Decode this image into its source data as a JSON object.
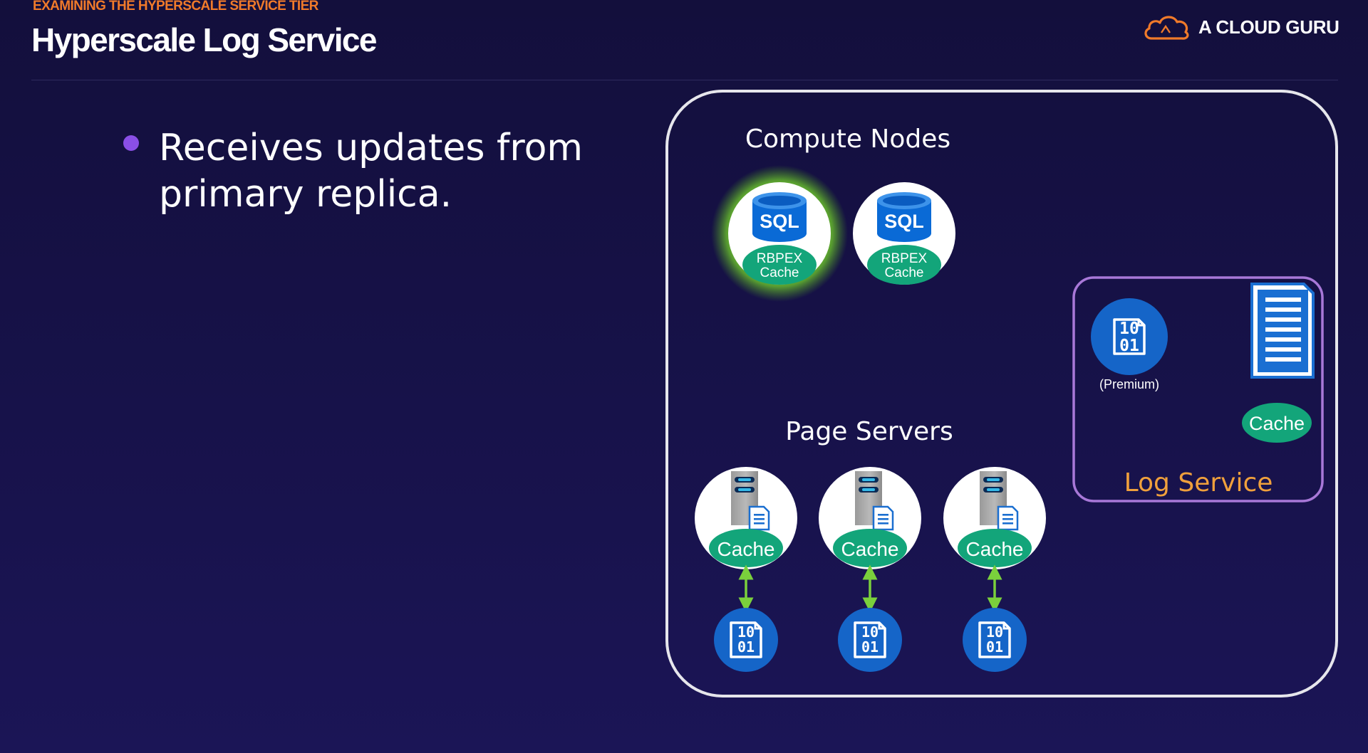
{
  "header": {
    "eyebrow": "EXAMINING THE HYPERSCALE SERVICE TIER",
    "title": "Hyperscale Log Service",
    "brand": "A CLOUD GURU"
  },
  "bullets": [
    "Receives updates from primary replica."
  ],
  "diagram": {
    "compute_nodes_label": "Compute Nodes",
    "page_servers_label": "Page Servers",
    "log_service_label": "Log Service",
    "sql_text": "SQL",
    "rbpex_line1": "RBPEX",
    "rbpex_line2": "Cache",
    "cache_label": "Cache",
    "binary_top": "10",
    "binary_bottom": "01",
    "premium_label": "(Premium)",
    "colors": {
      "cache_green": "#13a57a",
      "sql_blue": "#0a6ad6",
      "disk_blue": "#1565c8",
      "glow_green": "#7fd832",
      "arrow_green": "#7ad03c",
      "log_border": "#a878d8",
      "log_label": "#f0a03c",
      "brand_orange": "#f07a2a",
      "bullet_purple": "#8a4fe6"
    }
  }
}
